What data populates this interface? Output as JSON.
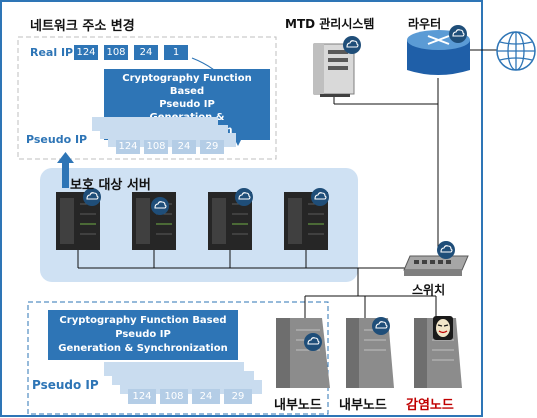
{
  "top_panel": {
    "title": "네트워크 주소 변경",
    "real_ip_label": "Real IP",
    "real_ip_octets": [
      "124",
      "108",
      "24",
      "1"
    ],
    "crypto_box": [
      "Cryptography Function Based",
      "Pseudo IP",
      "Generation & Synchronization"
    ],
    "pseudo_ip_label": "Pseudo IP",
    "pseudo_ip_octets": [
      "124",
      "108",
      "24",
      "29"
    ]
  },
  "server_group": {
    "title": "보호 대상 서버"
  },
  "mtd_server": {
    "label": "MTD 관리시스템"
  },
  "router": {
    "label": "라우터"
  },
  "switch": {
    "label": "스위치"
  },
  "bottom_panel": {
    "crypto_box": [
      "Cryptography Function Based",
      "Pseudo IP",
      "Generation & Synchronization"
    ],
    "pseudo_ip_label": "Pseudo IP",
    "pseudo_ip_octets": [
      "124",
      "108",
      "24",
      "29"
    ]
  },
  "nodes": [
    {
      "label": "내부노드",
      "color": "#111111"
    },
    {
      "label": "내부노드",
      "color": "#111111"
    },
    {
      "label": "감염노드",
      "color": "#c00000"
    }
  ],
  "colors": {
    "accent": "#2e75b6",
    "infected": "#c00000",
    "group_fill": "#cfe1f3"
  }
}
